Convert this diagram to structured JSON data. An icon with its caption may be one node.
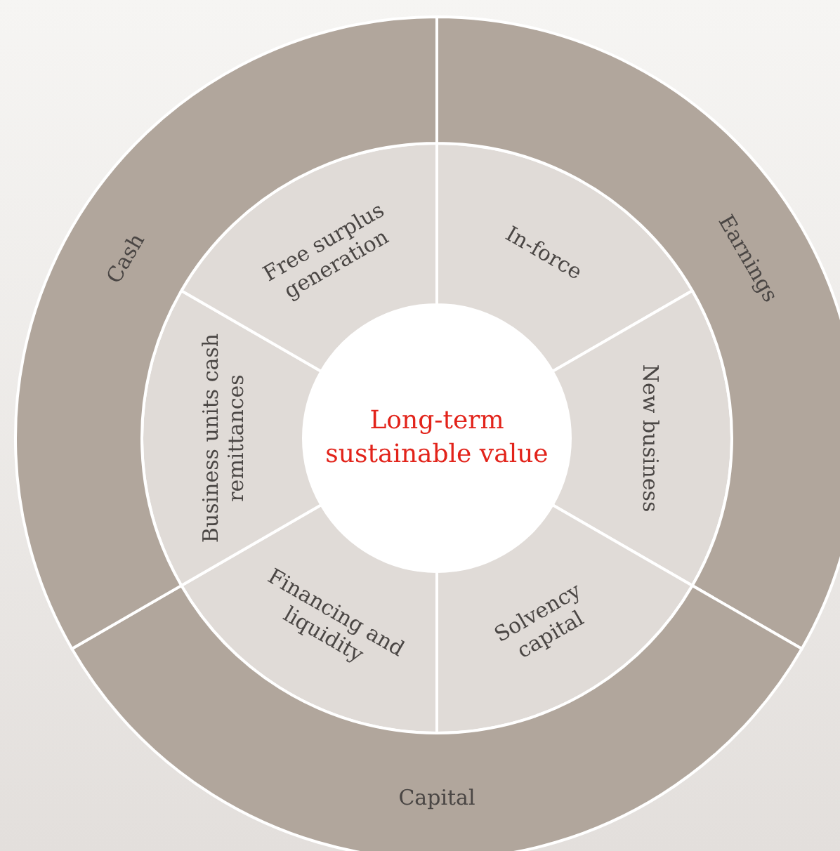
{
  "diagram": {
    "nodes": [
      {
        "text": [
          "Long-term sustainable value"
        ]
      },
      {
        "text": [
          "In-force"
        ]
      },
      {
        "text": [
          "New business"
        ]
      },
      {
        "text": [
          "Solvency capital"
        ]
      },
      {
        "text": [
          "Financing and liquidity"
        ]
      },
      {
        "text": [
          "Business units cash remittances"
        ]
      },
      {
        "text": [
          "Free surplus generation"
        ]
      },
      {
        "text": [
          "Earnings"
        ]
      },
      {
        "text": [
          "Capital"
        ]
      },
      {
        "text": [
          "Cash"
        ]
      }
    ]
  }
}
